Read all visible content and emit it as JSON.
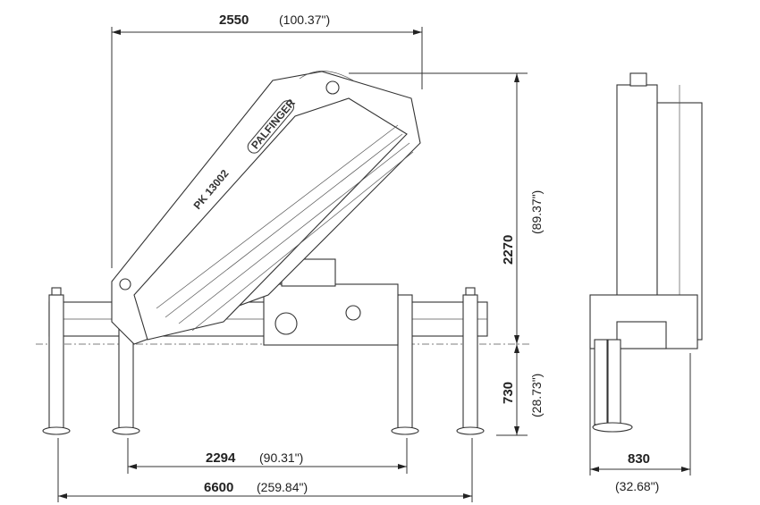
{
  "logo": {
    "model": "PK 13002",
    "brand": "PALFINGER"
  },
  "dimensions": {
    "overall_reach": {
      "mm": "2550",
      "inch": "(100.37\")"
    },
    "height": {
      "mm": "2270",
      "inch": "(89.37\")"
    },
    "below_mount": {
      "mm": "730",
      "inch": "(28.73\")"
    },
    "inner_span": {
      "mm": "2294",
      "inch": "(90.31\")"
    },
    "outer_span": {
      "mm": "6600",
      "inch": "(259.84\")"
    },
    "width": {
      "mm": "830",
      "inch": "(32.68\")"
    }
  }
}
